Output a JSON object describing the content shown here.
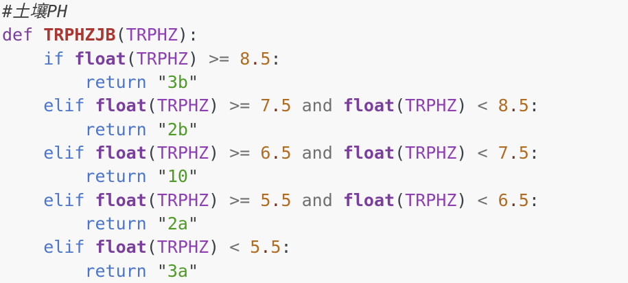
{
  "editor": {
    "language": "python",
    "background": "#F8F8F8",
    "token_colors": {
      "comment": "#404040",
      "storage": "#7A3E9D",
      "keyword": "#4B74CC",
      "builtin": "#7A3E9D",
      "function": "#AA3731",
      "variable": "#8E3FB3",
      "operator": "#707070",
      "number": "#B06C21",
      "numdot": "#76301F",
      "punct": "#3A4048",
      "strq": "#3F4540",
      "string": "#4E9A26",
      "plain": "#383838"
    },
    "code_text": "#土壤PH\ndef TRPHZJB(TRPHZ):\n    if float(TRPHZ) >= 8.5:\n        return \"3b\"\n    elif float(TRPHZ) >= 7.5 and float(TRPHZ) < 8.5:\n        return \"2b\"\n    elif float(TRPHZ) >= 6.5 and float(TRPHZ) < 7.5:\n        return \"10\"\n    elif float(TRPHZ) >= 5.5 and float(TRPHZ) < 6.5:\n        return \"2a\"\n    elif float(TRPHZ) < 5.5:\n        return \"3a\"",
    "lines": [
      [
        {
          "t": "#土壤PH",
          "s": "comment"
        }
      ],
      [
        {
          "t": "def ",
          "s": "storage"
        },
        {
          "t": "TRPHZJB",
          "s": "function"
        },
        {
          "t": "(",
          "s": "punct"
        },
        {
          "t": "TRPHZ",
          "s": "variable"
        },
        {
          "t": "):",
          "s": "punct"
        }
      ],
      [
        {
          "t": "    ",
          "s": "plain"
        },
        {
          "t": "if ",
          "s": "keyword"
        },
        {
          "t": "float",
          "s": "builtin"
        },
        {
          "t": "(",
          "s": "punct"
        },
        {
          "t": "TRPHZ",
          "s": "variable"
        },
        {
          "t": ")",
          "s": "punct"
        },
        {
          "t": " >= ",
          "s": "operator"
        },
        {
          "t": "8",
          "s": "number"
        },
        {
          "t": ".",
          "s": "numdot"
        },
        {
          "t": "5",
          "s": "number"
        },
        {
          "t": ":",
          "s": "punct"
        }
      ],
      [
        {
          "t": "        ",
          "s": "plain"
        },
        {
          "t": "return ",
          "s": "keyword"
        },
        {
          "t": "\"",
          "s": "strq"
        },
        {
          "t": "3b",
          "s": "string"
        },
        {
          "t": "\"",
          "s": "strq"
        }
      ],
      [
        {
          "t": "    ",
          "s": "plain"
        },
        {
          "t": "elif ",
          "s": "keyword"
        },
        {
          "t": "float",
          "s": "builtin"
        },
        {
          "t": "(",
          "s": "punct"
        },
        {
          "t": "TRPHZ",
          "s": "variable"
        },
        {
          "t": ")",
          "s": "punct"
        },
        {
          "t": " >= ",
          "s": "operator"
        },
        {
          "t": "7",
          "s": "number"
        },
        {
          "t": ".",
          "s": "numdot"
        },
        {
          "t": "5",
          "s": "number"
        },
        {
          "t": " ",
          "s": "plain"
        },
        {
          "t": "and",
          "s": "operator"
        },
        {
          "t": " ",
          "s": "plain"
        },
        {
          "t": "float",
          "s": "builtin"
        },
        {
          "t": "(",
          "s": "punct"
        },
        {
          "t": "TRPHZ",
          "s": "variable"
        },
        {
          "t": ")",
          "s": "punct"
        },
        {
          "t": " < ",
          "s": "operator"
        },
        {
          "t": "8",
          "s": "number"
        },
        {
          "t": ".",
          "s": "numdot"
        },
        {
          "t": "5",
          "s": "number"
        },
        {
          "t": ":",
          "s": "punct"
        }
      ],
      [
        {
          "t": "        ",
          "s": "plain"
        },
        {
          "t": "return ",
          "s": "keyword"
        },
        {
          "t": "\"",
          "s": "strq"
        },
        {
          "t": "2b",
          "s": "string"
        },
        {
          "t": "\"",
          "s": "strq"
        }
      ],
      [
        {
          "t": "    ",
          "s": "plain"
        },
        {
          "t": "elif ",
          "s": "keyword"
        },
        {
          "t": "float",
          "s": "builtin"
        },
        {
          "t": "(",
          "s": "punct"
        },
        {
          "t": "TRPHZ",
          "s": "variable"
        },
        {
          "t": ")",
          "s": "punct"
        },
        {
          "t": " >= ",
          "s": "operator"
        },
        {
          "t": "6",
          "s": "number"
        },
        {
          "t": ".",
          "s": "numdot"
        },
        {
          "t": "5",
          "s": "number"
        },
        {
          "t": " ",
          "s": "plain"
        },
        {
          "t": "and",
          "s": "operator"
        },
        {
          "t": " ",
          "s": "plain"
        },
        {
          "t": "float",
          "s": "builtin"
        },
        {
          "t": "(",
          "s": "punct"
        },
        {
          "t": "TRPHZ",
          "s": "variable"
        },
        {
          "t": ")",
          "s": "punct"
        },
        {
          "t": " < ",
          "s": "operator"
        },
        {
          "t": "7",
          "s": "number"
        },
        {
          "t": ".",
          "s": "numdot"
        },
        {
          "t": "5",
          "s": "number"
        },
        {
          "t": ":",
          "s": "punct"
        }
      ],
      [
        {
          "t": "        ",
          "s": "plain"
        },
        {
          "t": "return ",
          "s": "keyword"
        },
        {
          "t": "\"",
          "s": "strq"
        },
        {
          "t": "10",
          "s": "string"
        },
        {
          "t": "\"",
          "s": "strq"
        }
      ],
      [
        {
          "t": "    ",
          "s": "plain"
        },
        {
          "t": "elif ",
          "s": "keyword"
        },
        {
          "t": "float",
          "s": "builtin"
        },
        {
          "t": "(",
          "s": "punct"
        },
        {
          "t": "TRPHZ",
          "s": "variable"
        },
        {
          "t": ")",
          "s": "punct"
        },
        {
          "t": " >= ",
          "s": "operator"
        },
        {
          "t": "5",
          "s": "number"
        },
        {
          "t": ".",
          "s": "numdot"
        },
        {
          "t": "5",
          "s": "number"
        },
        {
          "t": " ",
          "s": "plain"
        },
        {
          "t": "and",
          "s": "operator"
        },
        {
          "t": " ",
          "s": "plain"
        },
        {
          "t": "float",
          "s": "builtin"
        },
        {
          "t": "(",
          "s": "punct"
        },
        {
          "t": "TRPHZ",
          "s": "variable"
        },
        {
          "t": ")",
          "s": "punct"
        },
        {
          "t": " < ",
          "s": "operator"
        },
        {
          "t": "6",
          "s": "number"
        },
        {
          "t": ".",
          "s": "numdot"
        },
        {
          "t": "5",
          "s": "number"
        },
        {
          "t": ":",
          "s": "punct"
        }
      ],
      [
        {
          "t": "        ",
          "s": "plain"
        },
        {
          "t": "return ",
          "s": "keyword"
        },
        {
          "t": "\"",
          "s": "strq"
        },
        {
          "t": "2a",
          "s": "string"
        },
        {
          "t": "\"",
          "s": "strq"
        }
      ],
      [
        {
          "t": "    ",
          "s": "plain"
        },
        {
          "t": "elif ",
          "s": "keyword"
        },
        {
          "t": "float",
          "s": "builtin"
        },
        {
          "t": "(",
          "s": "punct"
        },
        {
          "t": "TRPHZ",
          "s": "variable"
        },
        {
          "t": ")",
          "s": "punct"
        },
        {
          "t": " < ",
          "s": "operator"
        },
        {
          "t": "5",
          "s": "number"
        },
        {
          "t": ".",
          "s": "numdot"
        },
        {
          "t": "5",
          "s": "number"
        },
        {
          "t": ":",
          "s": "punct"
        }
      ],
      [
        {
          "t": "        ",
          "s": "plain"
        },
        {
          "t": "return ",
          "s": "keyword"
        },
        {
          "t": "\"",
          "s": "strq"
        },
        {
          "t": "3a",
          "s": "string"
        },
        {
          "t": "\"",
          "s": "strq"
        }
      ]
    ]
  }
}
